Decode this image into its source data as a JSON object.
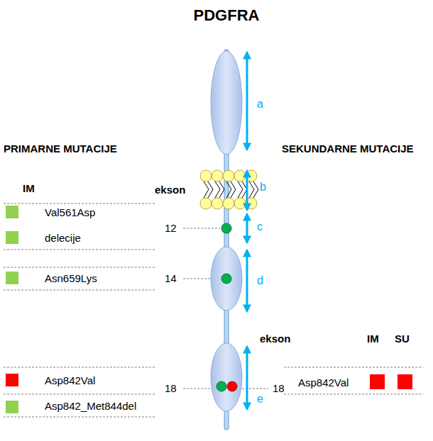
{
  "diagram": {
    "title": "PDGFRA",
    "labels": [
      "PRIMARNE MUTACIJE",
      "SEKUNDARNE MUTACIJE",
      "IM",
      "ekson",
      "a",
      "b",
      "12",
      "c",
      "Val561Asp",
      "delecije",
      "14",
      "d",
      "Asn659Lys",
      "ekson",
      "IM",
      "SU",
      "e",
      "18",
      "Asp842Val",
      "Asp842_Met844del",
      "18",
      "Asp842Val"
    ]
  }
}
